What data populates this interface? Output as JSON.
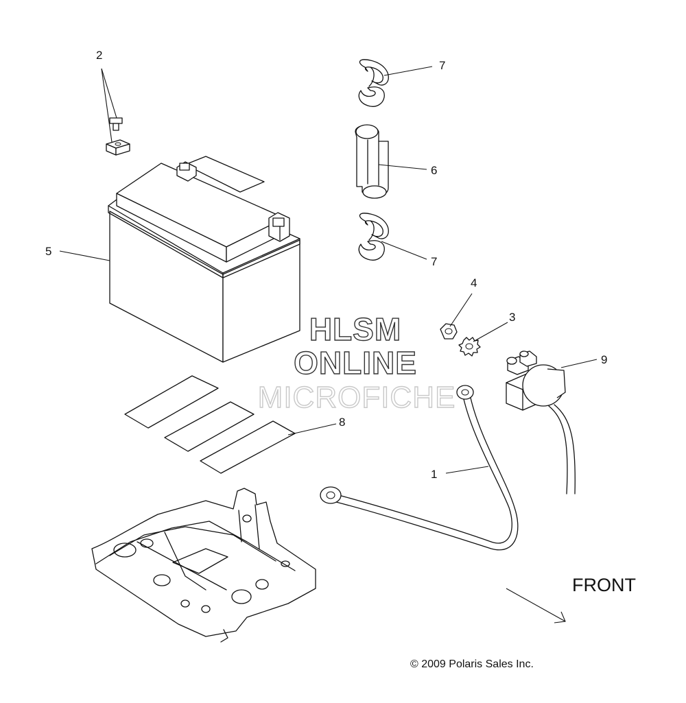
{
  "callouts": {
    "c1": "1",
    "c2": "2",
    "c3": "3",
    "c4": "4",
    "c5": "5",
    "c6": "6",
    "c7a": "7",
    "c7b": "7",
    "c8": "8",
    "c9": "9"
  },
  "watermark": {
    "line1": "HLSM",
    "line2": "ONLINE",
    "line3": "MICROFICHE"
  },
  "direction_label": "FRONT",
  "copyright": "© 2009 Polaris Sales Inc."
}
